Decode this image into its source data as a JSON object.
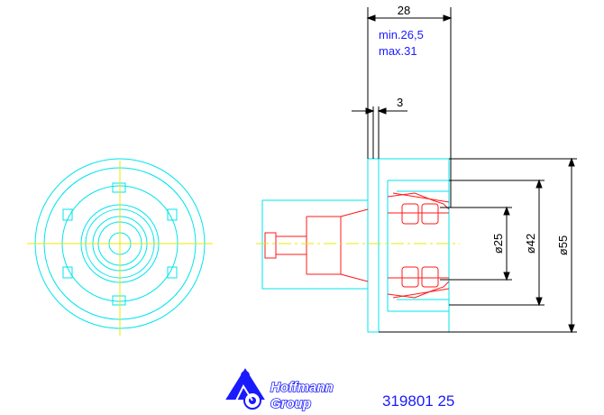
{
  "dimensions": {
    "length_top": "28",
    "range_min": "min.26,5",
    "range_max": "max.31",
    "offset": "3",
    "dia_small": "ø25",
    "dia_mid": "ø42",
    "dia_large": "ø55"
  },
  "logo": {
    "line1": "Hoffmann",
    "line2": "Group",
    "icon": "cyclist-logo-icon"
  },
  "part_number": "319801 25",
  "colors": {
    "outline": "#00e5ee",
    "section": "#ff1a1a",
    "center_line": "#e8e800",
    "dimension": "#000000",
    "brand": "#1a1aff"
  }
}
